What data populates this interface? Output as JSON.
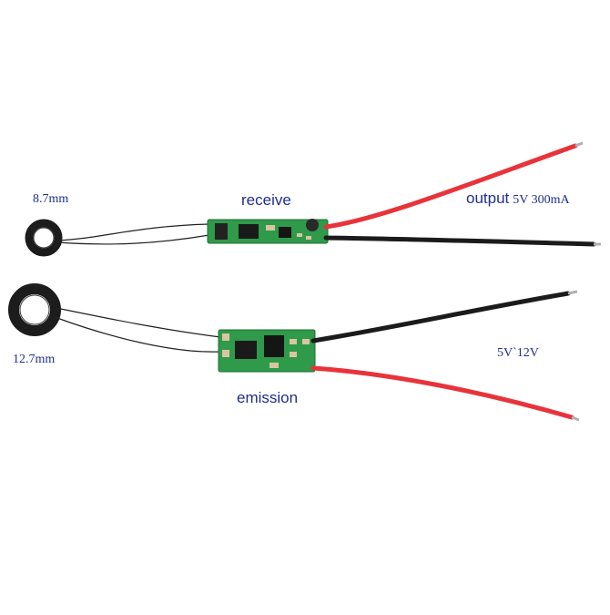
{
  "receiver": {
    "coil_label": "8.7mm",
    "module_label": "receive",
    "output_word": "output",
    "output_spec": "5V 300mA"
  },
  "transmitter": {
    "coil_label": "12.7mm",
    "module_label": "emission",
    "input_spec": "5V`12V"
  },
  "colors": {
    "label_text": "#1f2f8f",
    "red_wire": "#e8333a",
    "black_wire": "#1b1b1b",
    "pcb_green": "#2f9a4a",
    "coil": "#1c1c1c"
  }
}
